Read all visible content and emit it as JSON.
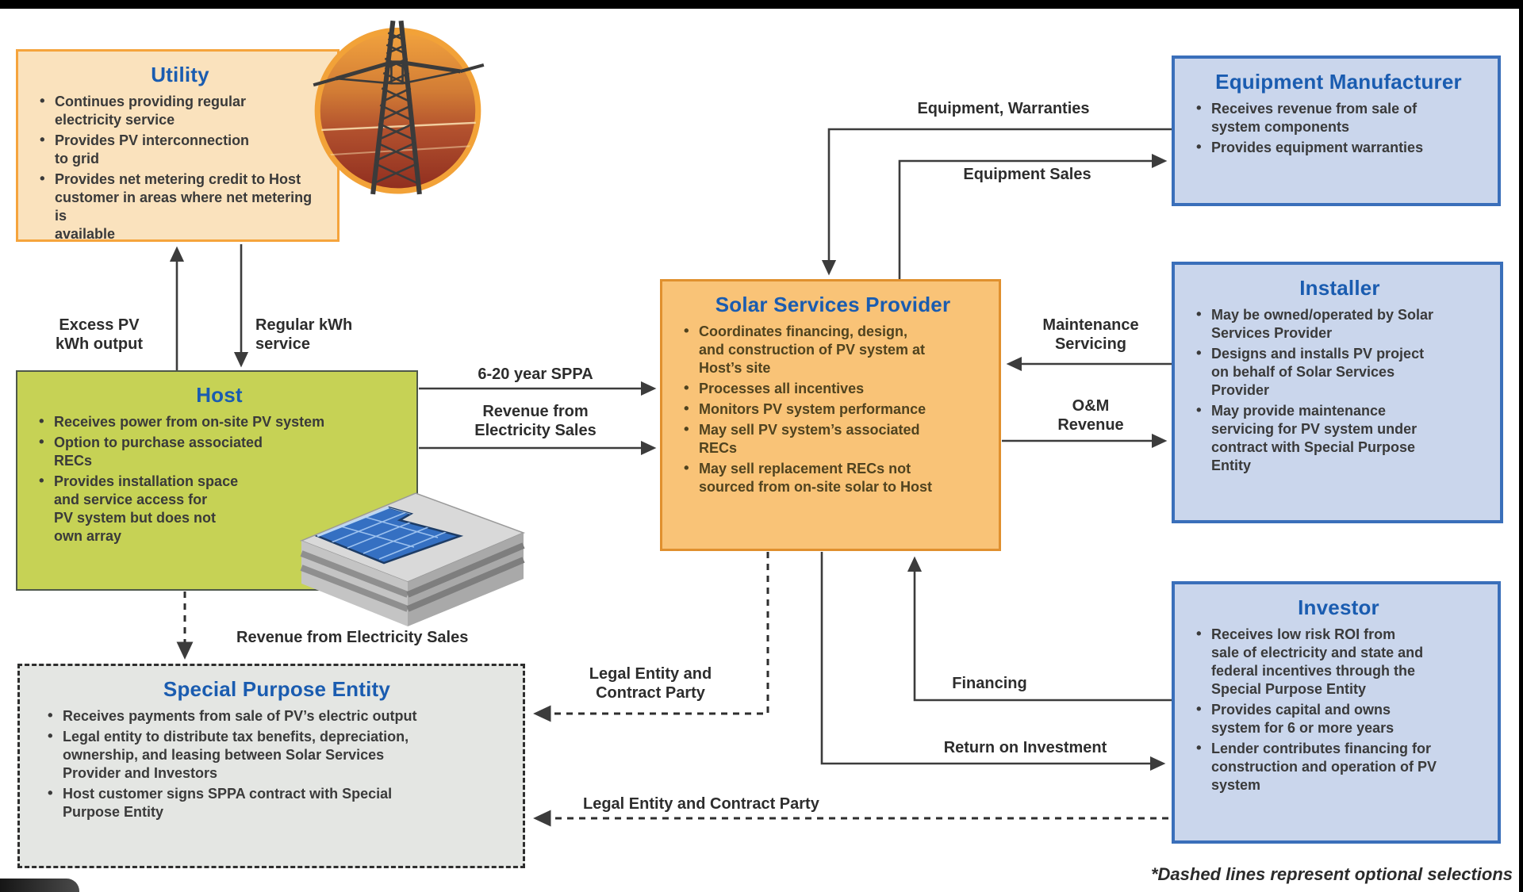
{
  "colors": {
    "title_blue": "#1a5cb0",
    "arrow": "#3c3c3c",
    "blue_box_fill": "#cad6ec",
    "blue_box_border": "#3a6fba",
    "orange_box_fill": "#f9c377",
    "orange_box_border": "#e0902e",
    "utility_fill": "#fae2bd",
    "utility_border": "#f5a43c",
    "host_fill": "#c6d255",
    "spe_fill": "#e4e6e3"
  },
  "boxes": {
    "utility": {
      "title": "Utility",
      "bullets": [
        "Continues providing regular\nelectricity service",
        "Provides PV interconnection\nto grid",
        "Provides net metering credit to Host\ncustomer in areas where net metering is\navailable"
      ]
    },
    "host": {
      "title": "Host",
      "bullets": [
        "Receives power from on-site PV system",
        "Option to purchase associated\nRECs",
        "Provides installation space\nand service access for\nPV system but does not\nown array"
      ]
    },
    "spe": {
      "title": "Special Purpose Entity",
      "bullets": [
        "Receives payments from sale of PV’s electric output",
        "Legal entity to distribute tax benefits, depreciation,\nownership, and leasing between Solar Services\nProvider and Investors",
        "Host customer signs SPPA contract with Special\nPurpose Entity"
      ]
    },
    "ssp": {
      "title": "Solar Services Provider",
      "bullets": [
        "Coordinates financing, design,\nand construction of PV system at\nHost’s site",
        "Processes all incentives",
        "Monitors PV system performance",
        "May sell PV system’s associated\nRECs",
        "May sell replacement RECs not\nsourced from on-site solar to Host"
      ]
    },
    "equipment_manufacturer": {
      "title": "Equipment Manufacturer",
      "bullets": [
        "Receives revenue from sale of\nsystem components",
        "Provides equipment warranties"
      ]
    },
    "installer": {
      "title": "Installer",
      "bullets": [
        "May be owned/operated by Solar\nServices Provider",
        "Designs and installs PV project\non behalf of Solar Services\nProvider",
        "May provide maintenance\nservicing for PV system under\ncontract with Special Purpose\nEntity"
      ]
    },
    "investor": {
      "title": "Investor",
      "bullets": [
        "Receives low risk ROI from\nsale of electricity and state and\nfederal incentives through the\nSpecial Purpose Entity",
        "Provides capital and owns\nsystem for 6 or more years",
        "Lender contributes financing for\nconstruction and operation of PV\nsystem"
      ]
    }
  },
  "flows": {
    "excess_pv": "Excess PV\nkWh output",
    "regular_kwh": "Regular kWh\nservice",
    "sppa": "6-20 year SPPA",
    "revenue_electricity_sales": "Revenue from\nElectricity Sales",
    "revenue_electricity_sales_spe": "Revenue from Electricity Sales",
    "equipment_warranties": "Equipment, Warranties",
    "equipment_sales": "Equipment Sales",
    "maintenance_servicing": "Maintenance\nServicing",
    "om_revenue": "O&M\nRevenue",
    "legal_entity_upper": "Legal Entity and\nContract Party",
    "financing": "Financing",
    "return_on_investment": "Return on Investment",
    "legal_entity_lower": "Legal Entity and Contract Party"
  },
  "footnote": "*Dashed lines represent optional selections"
}
